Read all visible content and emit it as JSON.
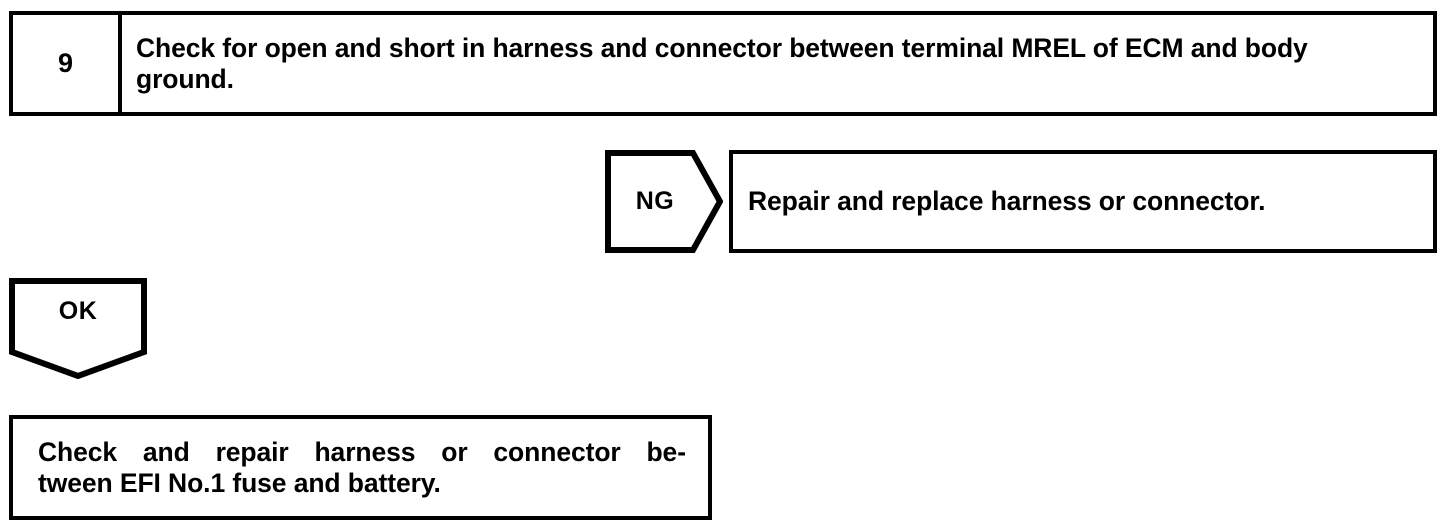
{
  "diagram": {
    "type": "troubleshooting-flowchart",
    "colors": {
      "line": "#000000",
      "background": "#ffffff",
      "text": "#000000"
    },
    "step": {
      "number": "9",
      "instruction": "Check for open and short in harness and connector between terminal MREL of ECM and body ground."
    },
    "branches": {
      "ng": {
        "label": "NG",
        "result": "Repair and replace harness or connector."
      },
      "ok": {
        "label": "OK",
        "result_line_1_words": [
          "Check",
          "and",
          "repair",
          "harness",
          "or",
          "connector",
          "be-"
        ],
        "result_line_2": "tween EFI No.1 fuse and battery.",
        "result_full": "Check and repair harness or connector between EFI No.1 fuse and battery."
      }
    }
  }
}
